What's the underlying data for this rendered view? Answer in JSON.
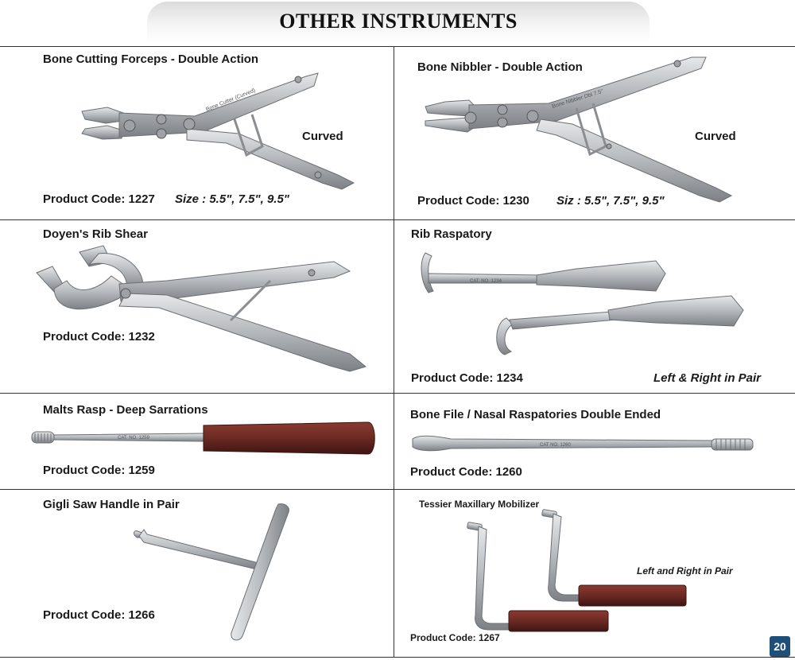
{
  "header": {
    "title": "OTHER INSTRUMENTS"
  },
  "products": {
    "bone_cutting_forceps": {
      "name": "Bone Cutting Forceps - Double Action",
      "code": "Product Code: 1227",
      "size": "Size : 5.5\", 7.5\", 9.5\"",
      "variant": "Curved",
      "engraving": "Bone Cutter (Curved)"
    },
    "bone_nibbler": {
      "name": "Bone Nibbler - Double Action",
      "code": "Product Code: 1230",
      "size": "Siz : 5.5\", 7.5\", 9.5\"",
      "variant": "Curved",
      "engraving": "Bone Nibbler Dbl 7.5\""
    },
    "doyens_rib_shear": {
      "name": "Doyen's Rib Shear",
      "code": "Product Code: 1232"
    },
    "rib_raspatory": {
      "name": "Rib Raspatory",
      "code": "Product Code: 1234",
      "note": "Left & Right in Pair",
      "engraving": "CAT. NO. 1234"
    },
    "malts_rasp": {
      "name": "Malts Rasp - Deep Sarrations",
      "code": "Product Code: 1259",
      "engraving": "CAT. NO. 1259"
    },
    "bone_file": {
      "name": "Bone File / Nasal Raspatories Double Ended",
      "code": "Product Code: 1260",
      "engraving": "CAT NO. 1260"
    },
    "gigli_saw_handle": {
      "name": "Gigli Saw Handle in Pair",
      "code": "Product Code: 1266"
    },
    "tessier_mobilizer": {
      "name": "Tessier Maxillary Mobilizer",
      "code": "Product Code: 1267",
      "note": "Left and Right in Pair"
    }
  },
  "footer": {
    "page_number": "20"
  },
  "colors": {
    "steel": "#b9bcc0",
    "steel_dark": "#7d8186",
    "wood": "#6b2a22",
    "accent": "#1f4e79"
  }
}
